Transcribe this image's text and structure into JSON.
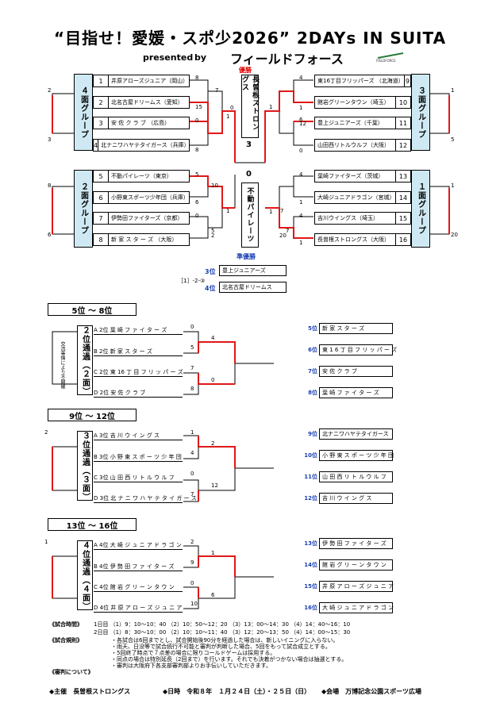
{
  "header": {
    "title": "“目指せ！愛媛・スポ少2026” 2DAYs IN SUITA",
    "presented": "presented",
    "by": "by",
    "sponsor": "フィールドフォース",
    "logo_text": "FIELDFORCE"
  },
  "groups": {
    "g4": "４面グループ",
    "g2": "２面グループ",
    "g3": "３面グループ",
    "g1": "１面グループ"
  },
  "teams_left": [
    {
      "num": "1",
      "name": "井原アローズジュニア（岡山）"
    },
    {
      "num": "2",
      "name": "北名古屋ドリームス（愛知）"
    },
    {
      "num": "3",
      "name": "安 佐 ク ラ ブ （広島）"
    },
    {
      "num": "4",
      "name": "北ナニワハヤテタイガース（兵庫）"
    },
    {
      "num": "5",
      "name": "不動パイレーツ（東京）"
    },
    {
      "num": "6",
      "name": "小野東スポーツ少年団（兵庫）"
    },
    {
      "num": "7",
      "name": "伊勢田ファイターズ（京都）"
    },
    {
      "num": "8",
      "name": "新 家 ス タ ー ズ （大阪）"
    }
  ],
  "teams_right": [
    {
      "num": "9",
      "name": "東16丁目フリッパーズ （北海道）"
    },
    {
      "num": "10",
      "name": "館岩グリーンタウン（埼玉）"
    },
    {
      "num": "11",
      "name": "豊上ジュニアーズ（千葉）"
    },
    {
      "num": "12",
      "name": "山田西リトルウルフ（大阪）"
    },
    {
      "num": "13",
      "name": "葉崎ファイターズ（茨城）"
    },
    {
      "num": "14",
      "name": "大崎ジュニアドラゴン（宮城）"
    },
    {
      "num": "15",
      "name": "吉川ウイングス（埼玉）"
    },
    {
      "num": "16",
      "name": "長曽根ストロングス（大阪）"
    }
  ],
  "final": {
    "champion_label": "優勝",
    "champion": "長曽根ストロングス",
    "champion_score": "3",
    "runner_score": "0",
    "runner": "不動パイレーツ",
    "runner_label": "準優勝"
  },
  "scores_left": [
    "2",
    "3",
    "8",
    "15",
    "0",
    "8",
    "5",
    "6",
    "0",
    "10",
    "8",
    "6",
    "5",
    "2",
    "1",
    "7",
    "0",
    "1"
  ],
  "scores_right": [
    "4",
    "1",
    "6",
    "0",
    "12",
    "1",
    "7",
    "1",
    "4",
    "1",
    "4",
    "1",
    "7",
    "20",
    "5",
    "1",
    "20",
    "1"
  ],
  "places": {
    "third_label": "3位",
    "third": "豊上ジュニアーズ",
    "fourth_label": "4位",
    "fourth": "北名古屋ドリームス",
    "tiebreak": "［1］-2-③"
  },
  "sections": [
    {
      "header": "5位 ～ 8位",
      "side_label": "２位通過（２面）",
      "side_note": "交流事情により不開催",
      "seats": [
        "A 2位 葉 崎 フ ァ イ タ ー ズ",
        "B 2位 新 家 ス タ ー ズ",
        "C 2位 東 16 丁 目 フ リ ッ パ ー ズ",
        "D 2位 安 佐 ク ラ ブ"
      ],
      "scores": [
        "0",
        "4",
        "5",
        "7",
        "0",
        "8"
      ],
      "results": [
        {
          "rank": "5位",
          "team": "新 家 ス タ ー ズ"
        },
        {
          "rank": "6位",
          "team": "東 1 6 丁 目 フ リ ッ パ ー ズ"
        },
        {
          "rank": "7位",
          "team": "安 佐 ク ラ ブ"
        },
        {
          "rank": "8位",
          "team": "葉 崎 フ ァ イ タ ー ズ"
        }
      ]
    },
    {
      "header": "9位 ～ 12位",
      "side_label": "３位通過（３面）",
      "side_note": "",
      "seats": [
        "A 3位 吉 川 ウ イ ン グ ス",
        "B 3位 小 野 東 ス ポ ー ツ 少 年 団",
        "C 3位 山 田 西 リ ト ル ウ ル フ",
        "D 3位 北 ナ ニ ワ ハ ヤ テ タ イ ガ ー ス"
      ],
      "scores": [
        "1",
        "2",
        "4",
        "0",
        "12",
        "7",
        "2"
      ],
      "results": [
        {
          "rank": "9位",
          "team": "北ナニワハヤテタイガース"
        },
        {
          "rank": "10位",
          "team": "小 野 東 ス ポ ー ツ 少 年 団"
        },
        {
          "rank": "11位",
          "team": "山 田 西 リ ト ル ウ ル フ"
        },
        {
          "rank": "12位",
          "team": "吉 川 ウ イ ン グ ス"
        }
      ]
    },
    {
      "header": "13位 ～ 16位",
      "side_label": "４位通過（４面）",
      "side_note": "",
      "seats": [
        "A 4位 大 崎 ジ ュ ニ ア ド ラ ゴ ン",
        "B 4位 伊 勢 田 フ ァ イ タ ー ズ",
        "C 4位 館 岩 グ リ ー ン タ ウ ン",
        "D 4位 井 原 ア ロ ー ズ ジ ュ ニ ア"
      ],
      "scores": [
        "2",
        "1",
        "9",
        "0",
        "6",
        "10",
        "1"
      ],
      "results": [
        {
          "rank": "13位",
          "team": "伊 勢 田 フ ァ イ タ ー ズ"
        },
        {
          "rank": "14位",
          "team": "館 岩 グ リ ー ン タ ウ ン"
        },
        {
          "rank": "15位",
          "team": "井 原 ア ロ ー ズ ジ ュ ニ ア"
        },
        {
          "rank": "16位",
          "team": "大 崎 ジ ュ ニ ア ド ラ ゴ ン"
        }
      ]
    }
  ],
  "schedule": {
    "label": "《試合時間》",
    "day1": "1日目 （1）9：10～10：40 （2）10：50～12：20 （3）13：00～14：30 （4）14：40～16：10",
    "day2": "2日目 （1）8：30～10：00 （2）10：10～11：40 （3）12：20～13：50 （4）14：00～15：30"
  },
  "rules": {
    "label": "《試合規則》",
    "lines": [
      "・各試合は6回までとし、試合開始後90分を経過した場合は、新しいイニングに入らない。",
      "・雨天、日没等で試合続行不可能と審判が判断した場合、5回をもって試合成立とする。",
      "・5回終了時点で７点差の場合に限りコールドゲームは採用する。",
      "・同点の場合は特別延長（2回まで）を行います。それでも決着がつかない場合は抽選とする。",
      "・審判は大阪府下各支部審判部よりお手伝いしていただきます。"
    ],
    "referee_label": "《審判について》"
  },
  "footer": {
    "host": "◆主催　長曽根ストロングス",
    "date": "◆日時　令和８年　１月２４日（土）・２５日（日）",
    "venue": "◆会場　万博記念公園スポーツ広場"
  }
}
